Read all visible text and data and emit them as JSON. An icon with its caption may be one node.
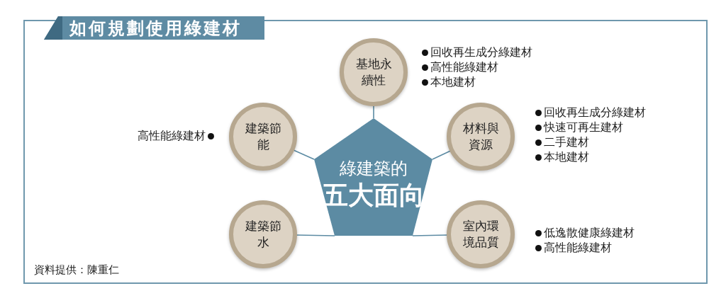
{
  "diagram": {
    "title": "如何規劃使用綠建材",
    "nodes": [
      {
        "text": [
          "綠建築的",
          "五大面向"
        ]
      },
      {
        "text": [
          "基地永續性"
        ],
        "beside": [
          "回收再生成分綠建材",
          "高性能綠建材",
          "本地建材"
        ]
      },
      {
        "text": [
          "建築節能"
        ],
        "beside": [
          "高性能綠建材"
        ]
      },
      {
        "text": [
          "材料與資源"
        ],
        "beside": [
          "回收再生成分綠建材",
          "快速可再生建材",
          "二手建材",
          "本地建材"
        ]
      },
      {
        "text": [
          "建築節水"
        ]
      },
      {
        "text": [
          "室內環境品質"
        ],
        "beside": [
          "低逸散健康綠建材",
          "高性能綠建材"
        ]
      }
    ],
    "edges": [
      {
        "from": 0,
        "to": 1,
        "arrow": "none"
      },
      {
        "from": 0,
        "to": 2,
        "arrow": "none"
      },
      {
        "from": 0,
        "to": 3,
        "arrow": "none"
      },
      {
        "from": 0,
        "to": 4,
        "arrow": "none"
      },
      {
        "from": 0,
        "to": 5,
        "arrow": "none"
      }
    ],
    "labels": [
      "資料提供：陳重仁"
    ]
  }
}
